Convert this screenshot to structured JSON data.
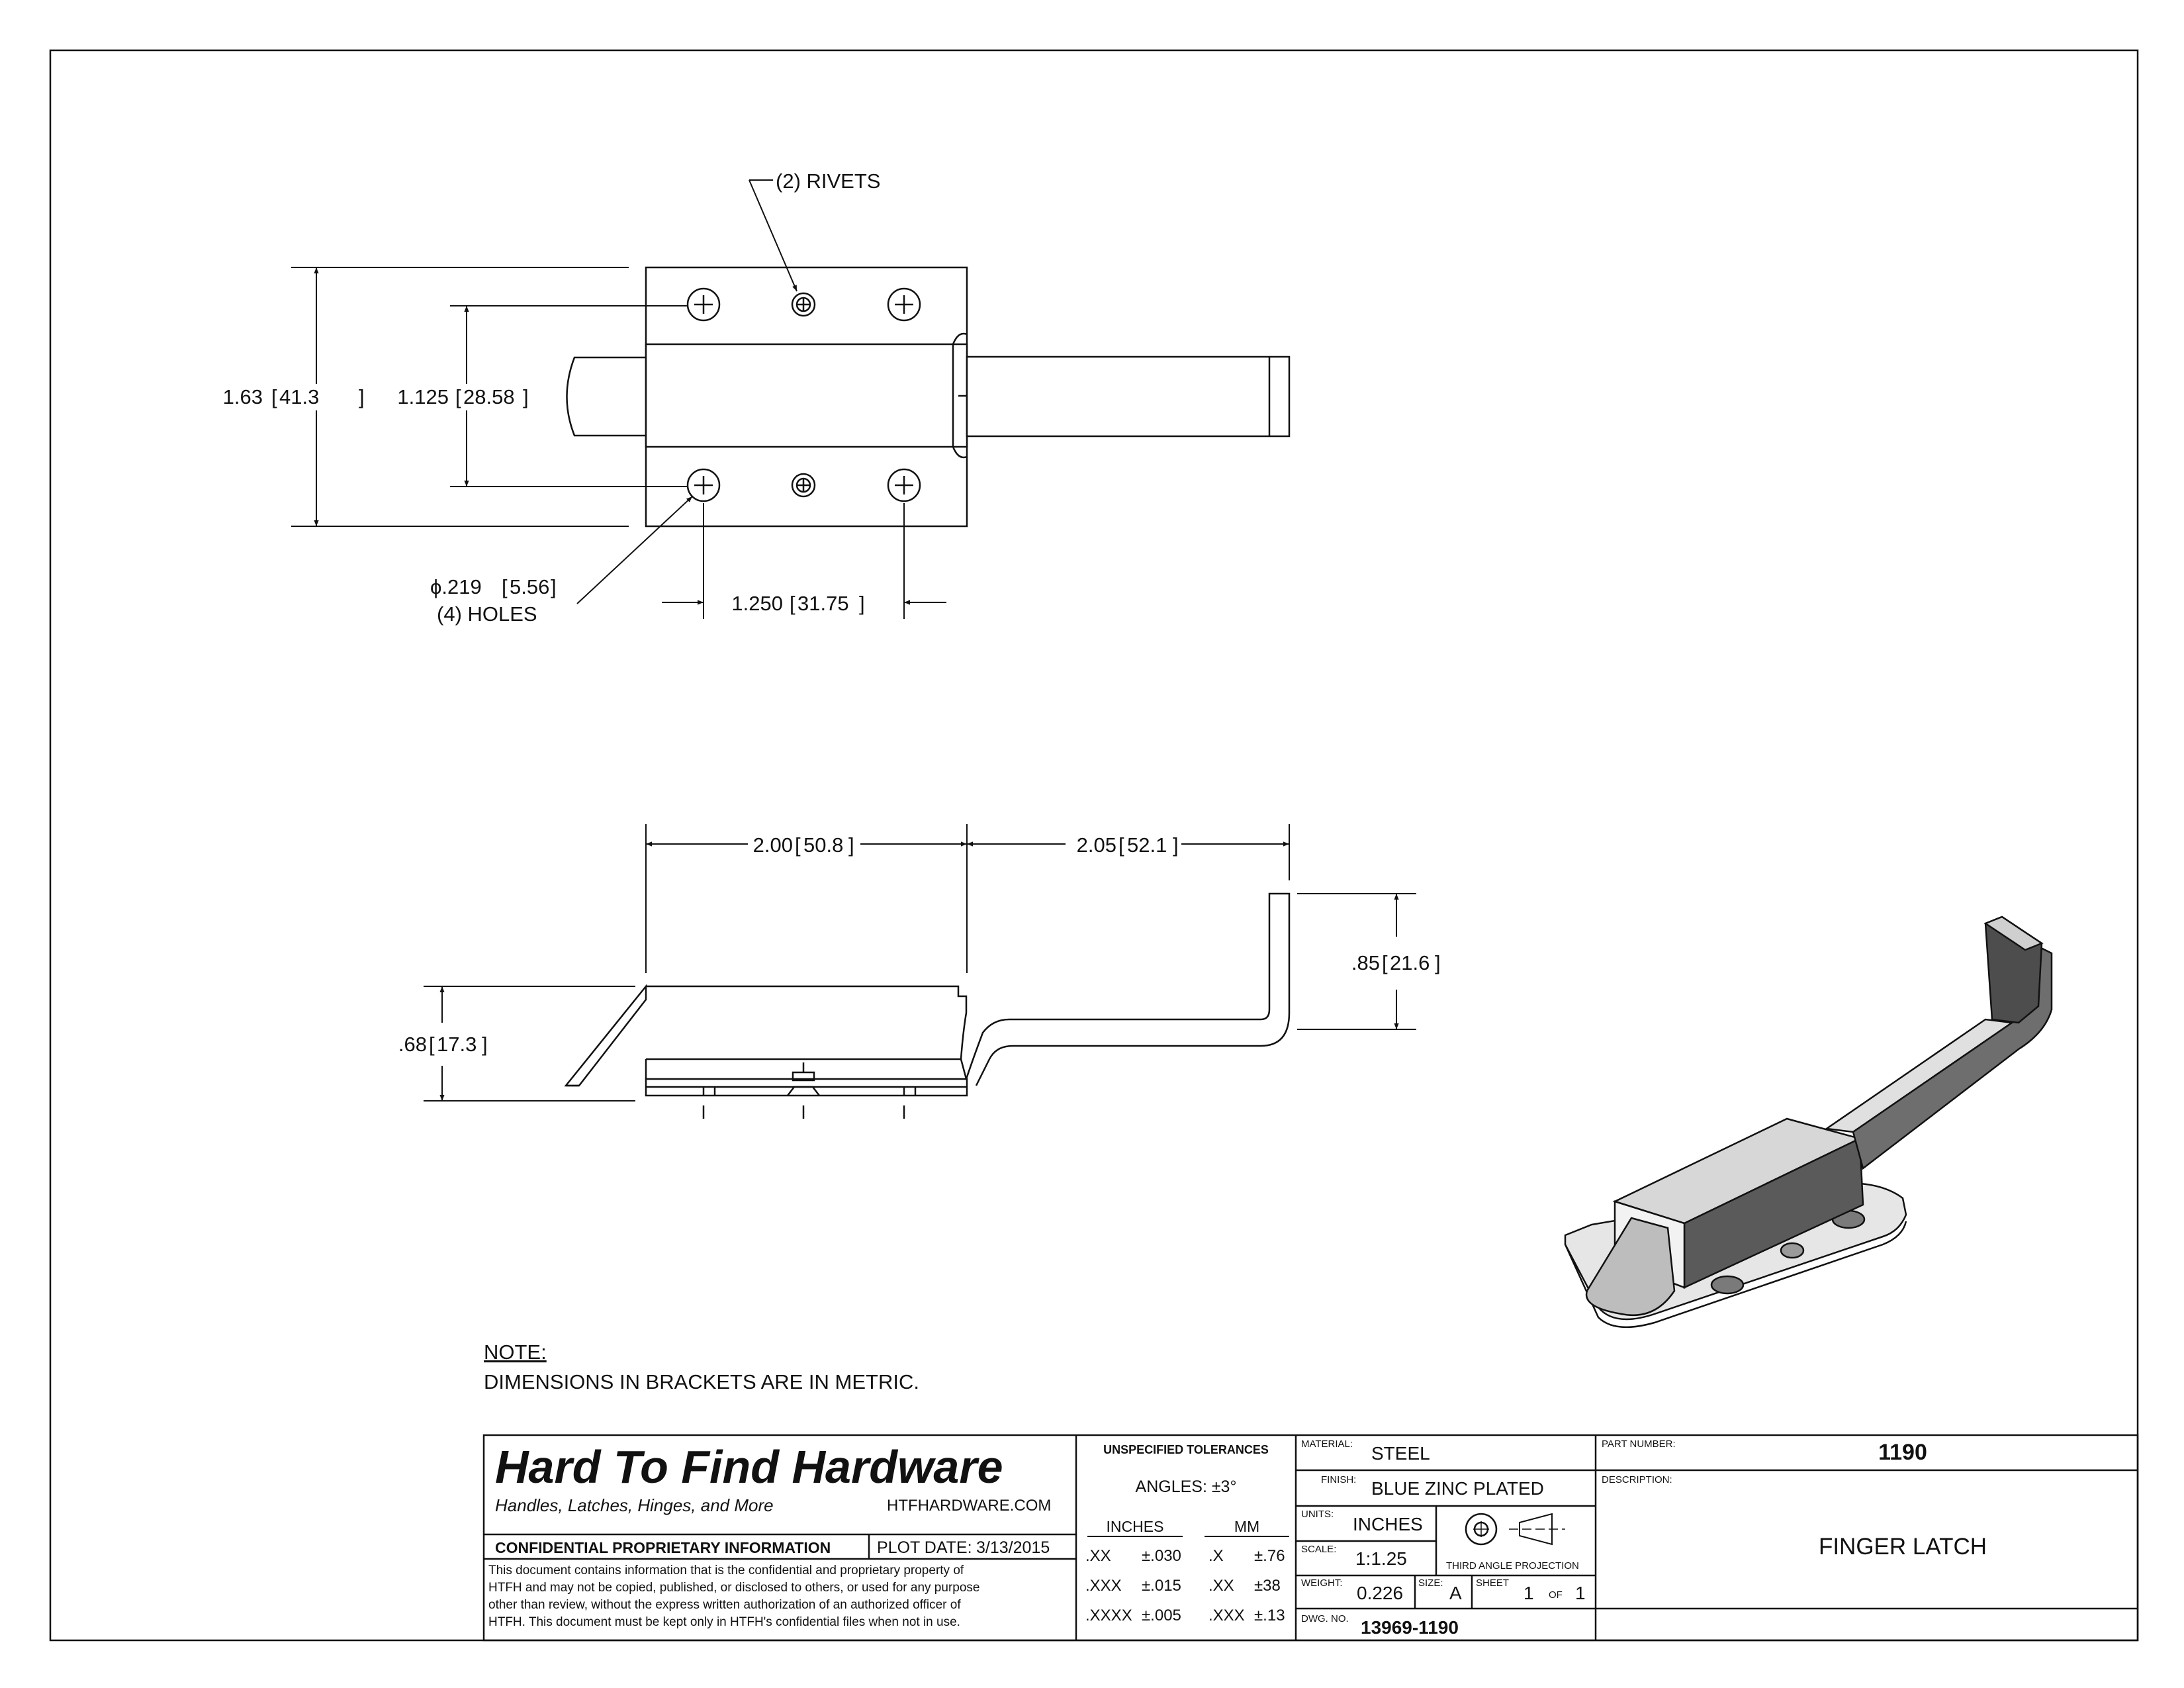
{
  "drawing": {
    "top_view": {
      "callout_rivets": "(2) RIVETS",
      "dim_overall_height": "1.63",
      "dim_overall_height_metric": "41.3",
      "dim_hole_spacing_vertical": "1.125",
      "dim_hole_spacing_vertical_metric": "28.58",
      "callout_holes_diameter": "ϕ.219",
      "callout_holes_diameter_metric": "5.56",
      "callout_holes_count": "(4) HOLES",
      "dim_hole_spacing_horizontal": "1.250",
      "dim_hole_spacing_horizontal_metric": "31.75"
    },
    "side_view": {
      "dim_body_length": "2.00",
      "dim_body_length_metric": "50.8",
      "dim_bolt_extension": "2.05",
      "dim_bolt_extension_metric": "52.1",
      "dim_handle_height": ".85",
      "dim_handle_height_metric": "21.6",
      "dim_body_height": ".68",
      "dim_body_height_metric": "17.3"
    }
  },
  "note": {
    "heading": "NOTE:",
    "text": "DIMENSIONS IN BRACKETS ARE IN METRIC."
  },
  "title_block": {
    "company": "Hard To Find Hardware",
    "tagline": "Handles, Latches, Hinges, and More",
    "website": "HTFHARDWARE.COM",
    "confidential_heading": "CONFIDENTIAL PROPRIETARY INFORMATION",
    "plot_date_label": "PLOT DATE:",
    "plot_date": "3/13/2015",
    "confidential_lines": [
      "This document contains information that is the confidential and proprietary property of",
      "HTFH and may not be copied, published, or disclosed to others, or used for any purpose",
      "other than review, without the express written authorization of an authorized officer of",
      "HTFH. This document must be kept only in HTFH's confidential files when not in use."
    ],
    "tolerances": {
      "heading": "UNSPECIFIED TOLERANCES",
      "angles": "ANGLES: ±3°",
      "inches_heading": "INCHES",
      "mm_heading": "MM",
      "inch_rows": [
        {
          "fmt": ".XX",
          "tol": "±.030"
        },
        {
          "fmt": ".XXX",
          "tol": "±.015"
        },
        {
          "fmt": ".XXXX",
          "tol": "±.005"
        }
      ],
      "mm_rows": [
        {
          "fmt": ".X",
          "tol": "±.76"
        },
        {
          "fmt": ".XX",
          "tol": "±38"
        },
        {
          "fmt": ".XXX",
          "tol": "±.13"
        }
      ]
    },
    "material_label": "MATERIAL:",
    "material": "STEEL",
    "finish_label": "FINISH:",
    "finish": "BLUE ZINC PLATED",
    "units_label": "UNITS:",
    "units": "INCHES",
    "projection_label": "THIRD ANGLE PROJECTION",
    "scale_label": "SCALE:",
    "scale": "1:1.25",
    "weight_label": "WEIGHT:",
    "weight": "0.226",
    "size_label": "SIZE:",
    "size": "A",
    "sheet_label": "SHEET",
    "sheet": "1",
    "of_label": "OF",
    "sheet_total": "1",
    "dwg_no_label": "DWG. NO.",
    "dwg_no": "13969-1190",
    "part_number_label": "PART NUMBER:",
    "part_number": "1190",
    "description_label": "DESCRIPTION:",
    "description": "FINGER LATCH"
  }
}
